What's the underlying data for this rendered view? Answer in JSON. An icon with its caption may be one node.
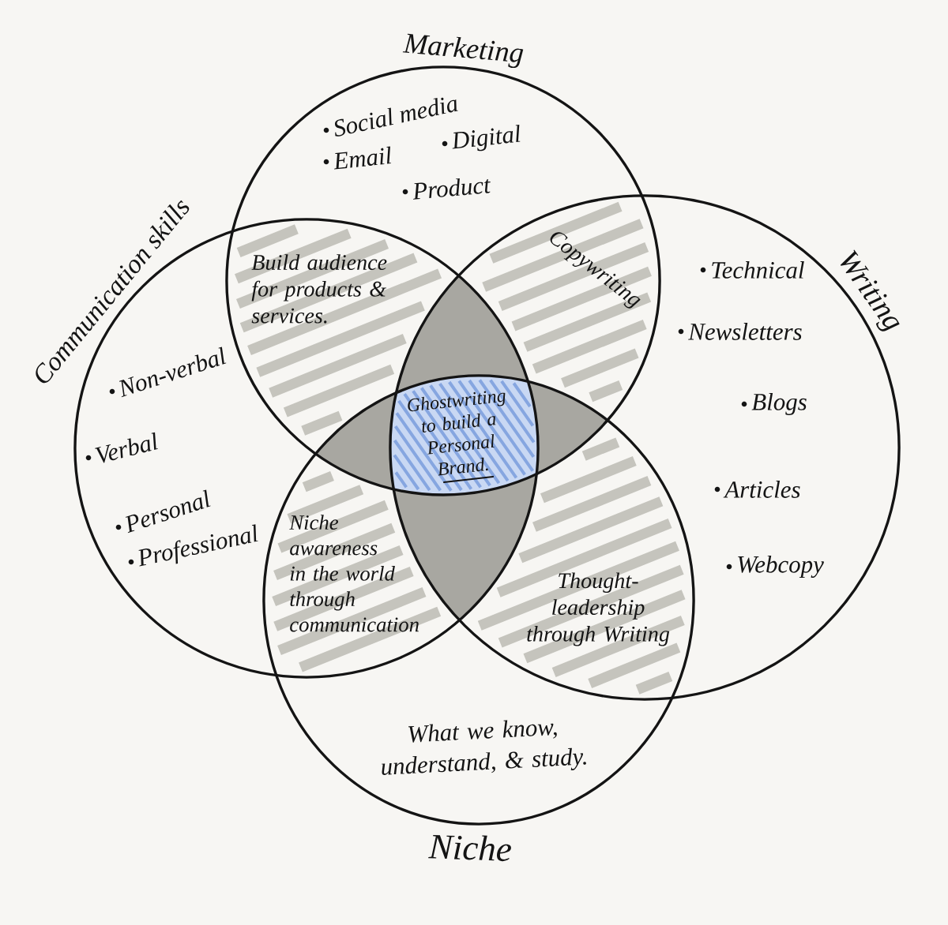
{
  "diagram": {
    "nodes": [
      {
        "text": [
          "Marketing",
          "Social media",
          "Email",
          "Digital",
          "Product"
        ]
      },
      {
        "text": [
          "Communication skills",
          "Non-verbal",
          "Verbal",
          "Personal",
          "Professional"
        ]
      },
      {
        "text": [
          "Writing",
          "Technical",
          "Newsletters",
          "Blogs",
          "Articles",
          "Webcopy"
        ]
      },
      {
        "text": [
          "Niche",
          "What we know, understand, & study."
        ]
      },
      {
        "text": [
          "Build audience for products & services."
        ]
      },
      {
        "text": [
          "Copywriting"
        ]
      },
      {
        "text": [
          "Ghostwriting to build a Personal Brand."
        ]
      },
      {
        "text": [
          "Niche awareness in the world through communication"
        ]
      },
      {
        "text": [
          "Thought-leadership through Writing"
        ]
      },
      {
        "text": [],
        "shape": "lens"
      },
      {
        "text": [],
        "shape": "lens"
      },
      {
        "text": [],
        "shape": "lens"
      },
      {
        "text": [],
        "shape": "lens"
      }
    ]
  }
}
